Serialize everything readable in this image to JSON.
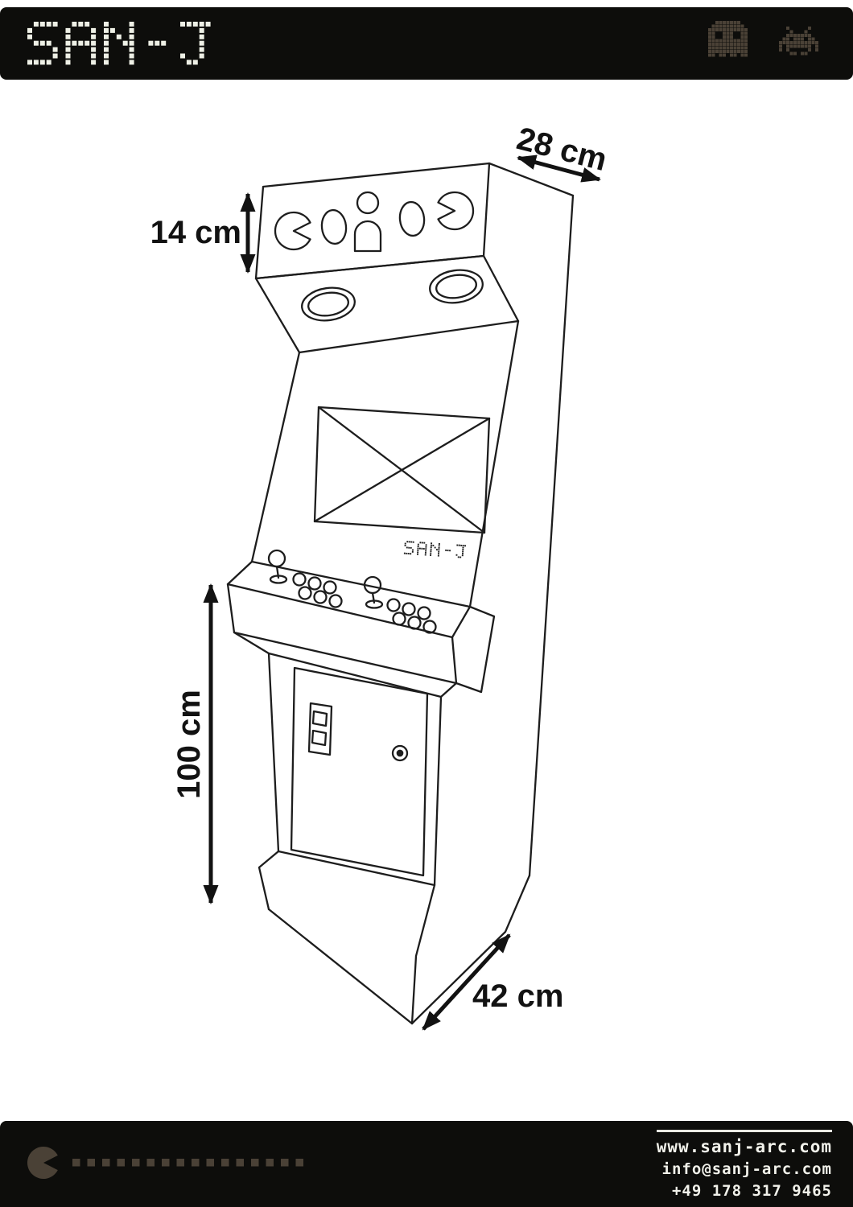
{
  "header": {
    "logo_text": "SAN-J"
  },
  "diagram": {
    "cabinet_label": "SAN-J",
    "dims": {
      "top_depth": "28 cm",
      "marquee_height": "14 cm",
      "body_height": "100 cm",
      "base_depth": "42 cm"
    }
  },
  "footer": {
    "website": "www.sanj-arc.com",
    "email": "info@sanj-arc.com",
    "phone": "+49 178 317 9465"
  }
}
